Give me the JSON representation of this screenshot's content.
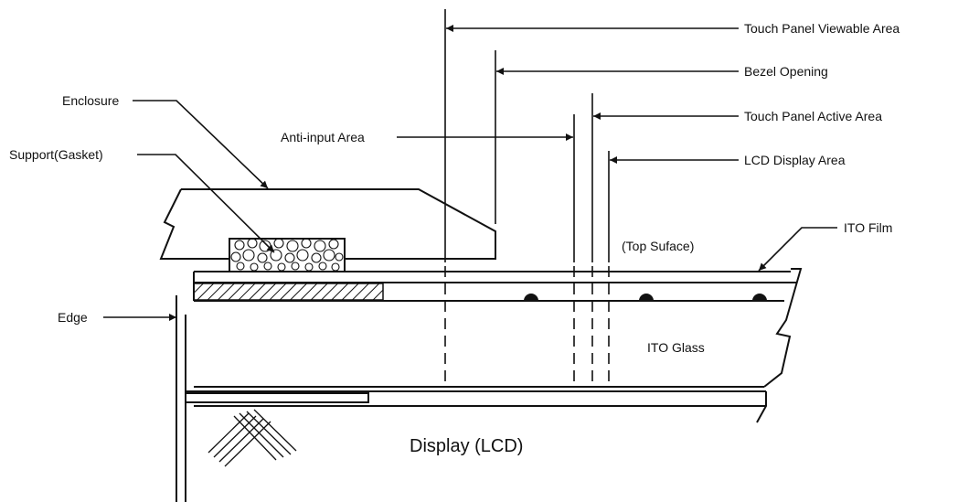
{
  "labels": {
    "touch_panel_viewable_area": "Touch Panel Viewable Area",
    "bezel_opening": "Bezel Opening",
    "touch_panel_active_area": "Touch Panel Active Area",
    "lcd_display_area": "LCD Display Area",
    "anti_input_area": "Anti-input Area",
    "enclosure": "Enclosure",
    "support_gasket": "Support(Gasket)",
    "ito_film": "ITO Film",
    "top_surface": "(Top Suface)",
    "edge": "Edge",
    "ito_glass": "ITO Glass",
    "display_lcd": "Display (LCD)"
  }
}
